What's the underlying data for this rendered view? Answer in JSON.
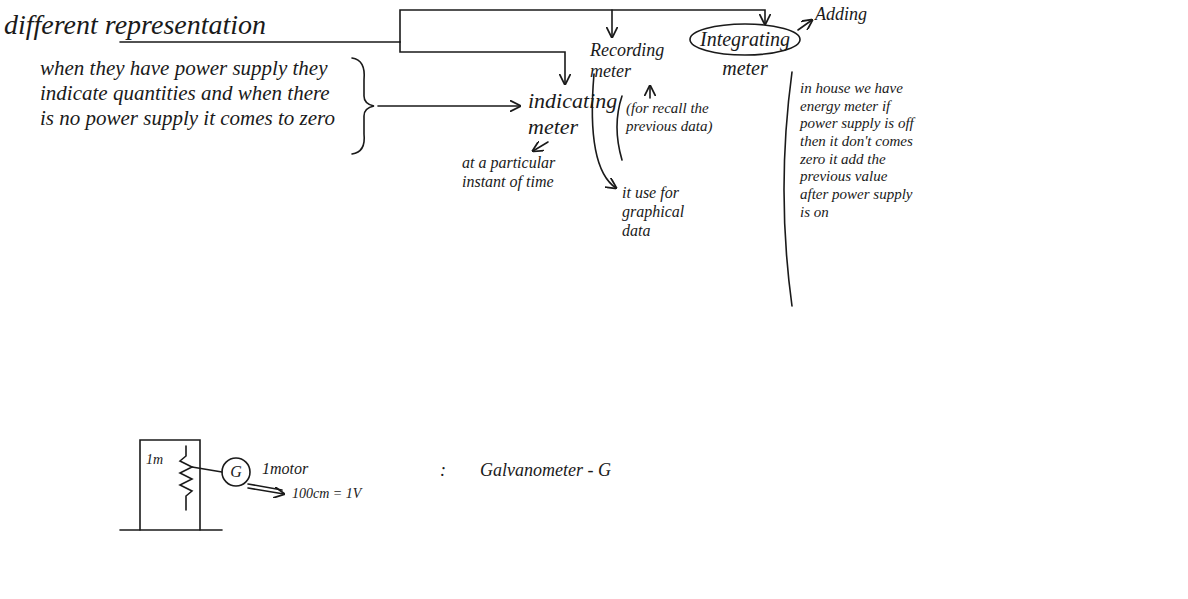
{
  "diagram": {
    "title": "different representation",
    "nodes": [
      {
        "text": [
          "Integrating",
          "meter"
        ]
      },
      {
        "text": [
          "G"
        ]
      }
    ],
    "labels": [
      "indicating meter",
      "Recording meter",
      "Adding",
      "when they have power supply they indicate quantities and when there is no power supply it comes to zero",
      "at a particular instant of time",
      "(for recall the previous data)",
      "it use for graphical data",
      "in house we have energy meter if power supply is off then it don't comes zero it add the previous value after power supply is on",
      "1m",
      "1motor",
      ":",
      "Galvanometer - G",
      "100cm = 1V"
    ]
  }
}
